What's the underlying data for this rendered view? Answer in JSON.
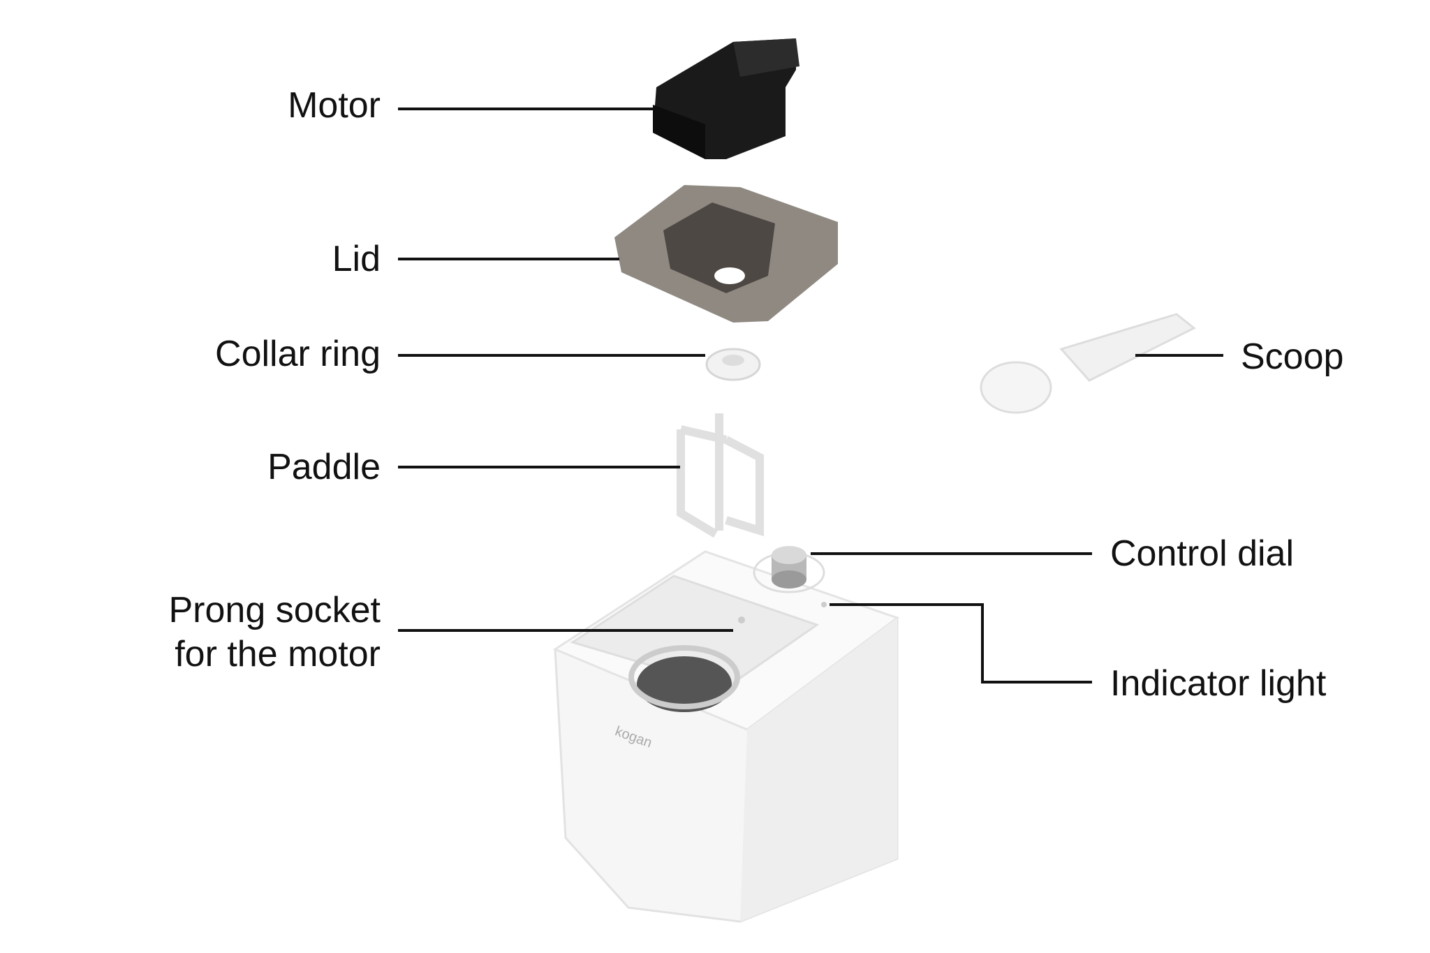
{
  "labels": {
    "motor": "Motor",
    "lid": "Lid",
    "collar_ring": "Collar ring",
    "paddle": "Paddle",
    "prong_socket_line1": "Prong socket",
    "prong_socket_line2": "for the motor",
    "control_dial": "Control dial",
    "indicator_light": "Indicator light",
    "scoop": "Scoop"
  },
  "brand": "kogan",
  "colors": {
    "text": "#111111",
    "motor": "#1a1a1a",
    "lid": "#6b655e",
    "body": "#f4f4f4"
  }
}
